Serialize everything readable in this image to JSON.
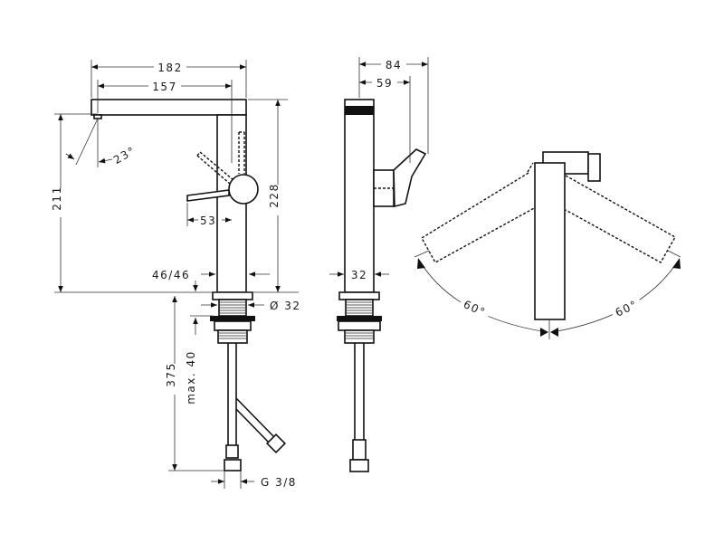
{
  "drawing": {
    "front_view": {
      "dim_spout_total": "182",
      "dim_spout_reach": "157",
      "dim_angle": "23°",
      "dim_spout_height": "211",
      "dim_total_height": "228",
      "dim_lever": "53",
      "dim_body_width": "46/46",
      "dim_thread_diameter": "Ø 32",
      "dim_max_thickness": "max. 40",
      "dim_hose_length": "375",
      "dim_connection": "G 3/8"
    },
    "side_view": {
      "dim_depth_total": "84",
      "dim_depth_lever": "59",
      "dim_body_width": "32"
    },
    "top_view": {
      "dim_angle_left": "60°",
      "dim_angle_right": "60°"
    }
  }
}
